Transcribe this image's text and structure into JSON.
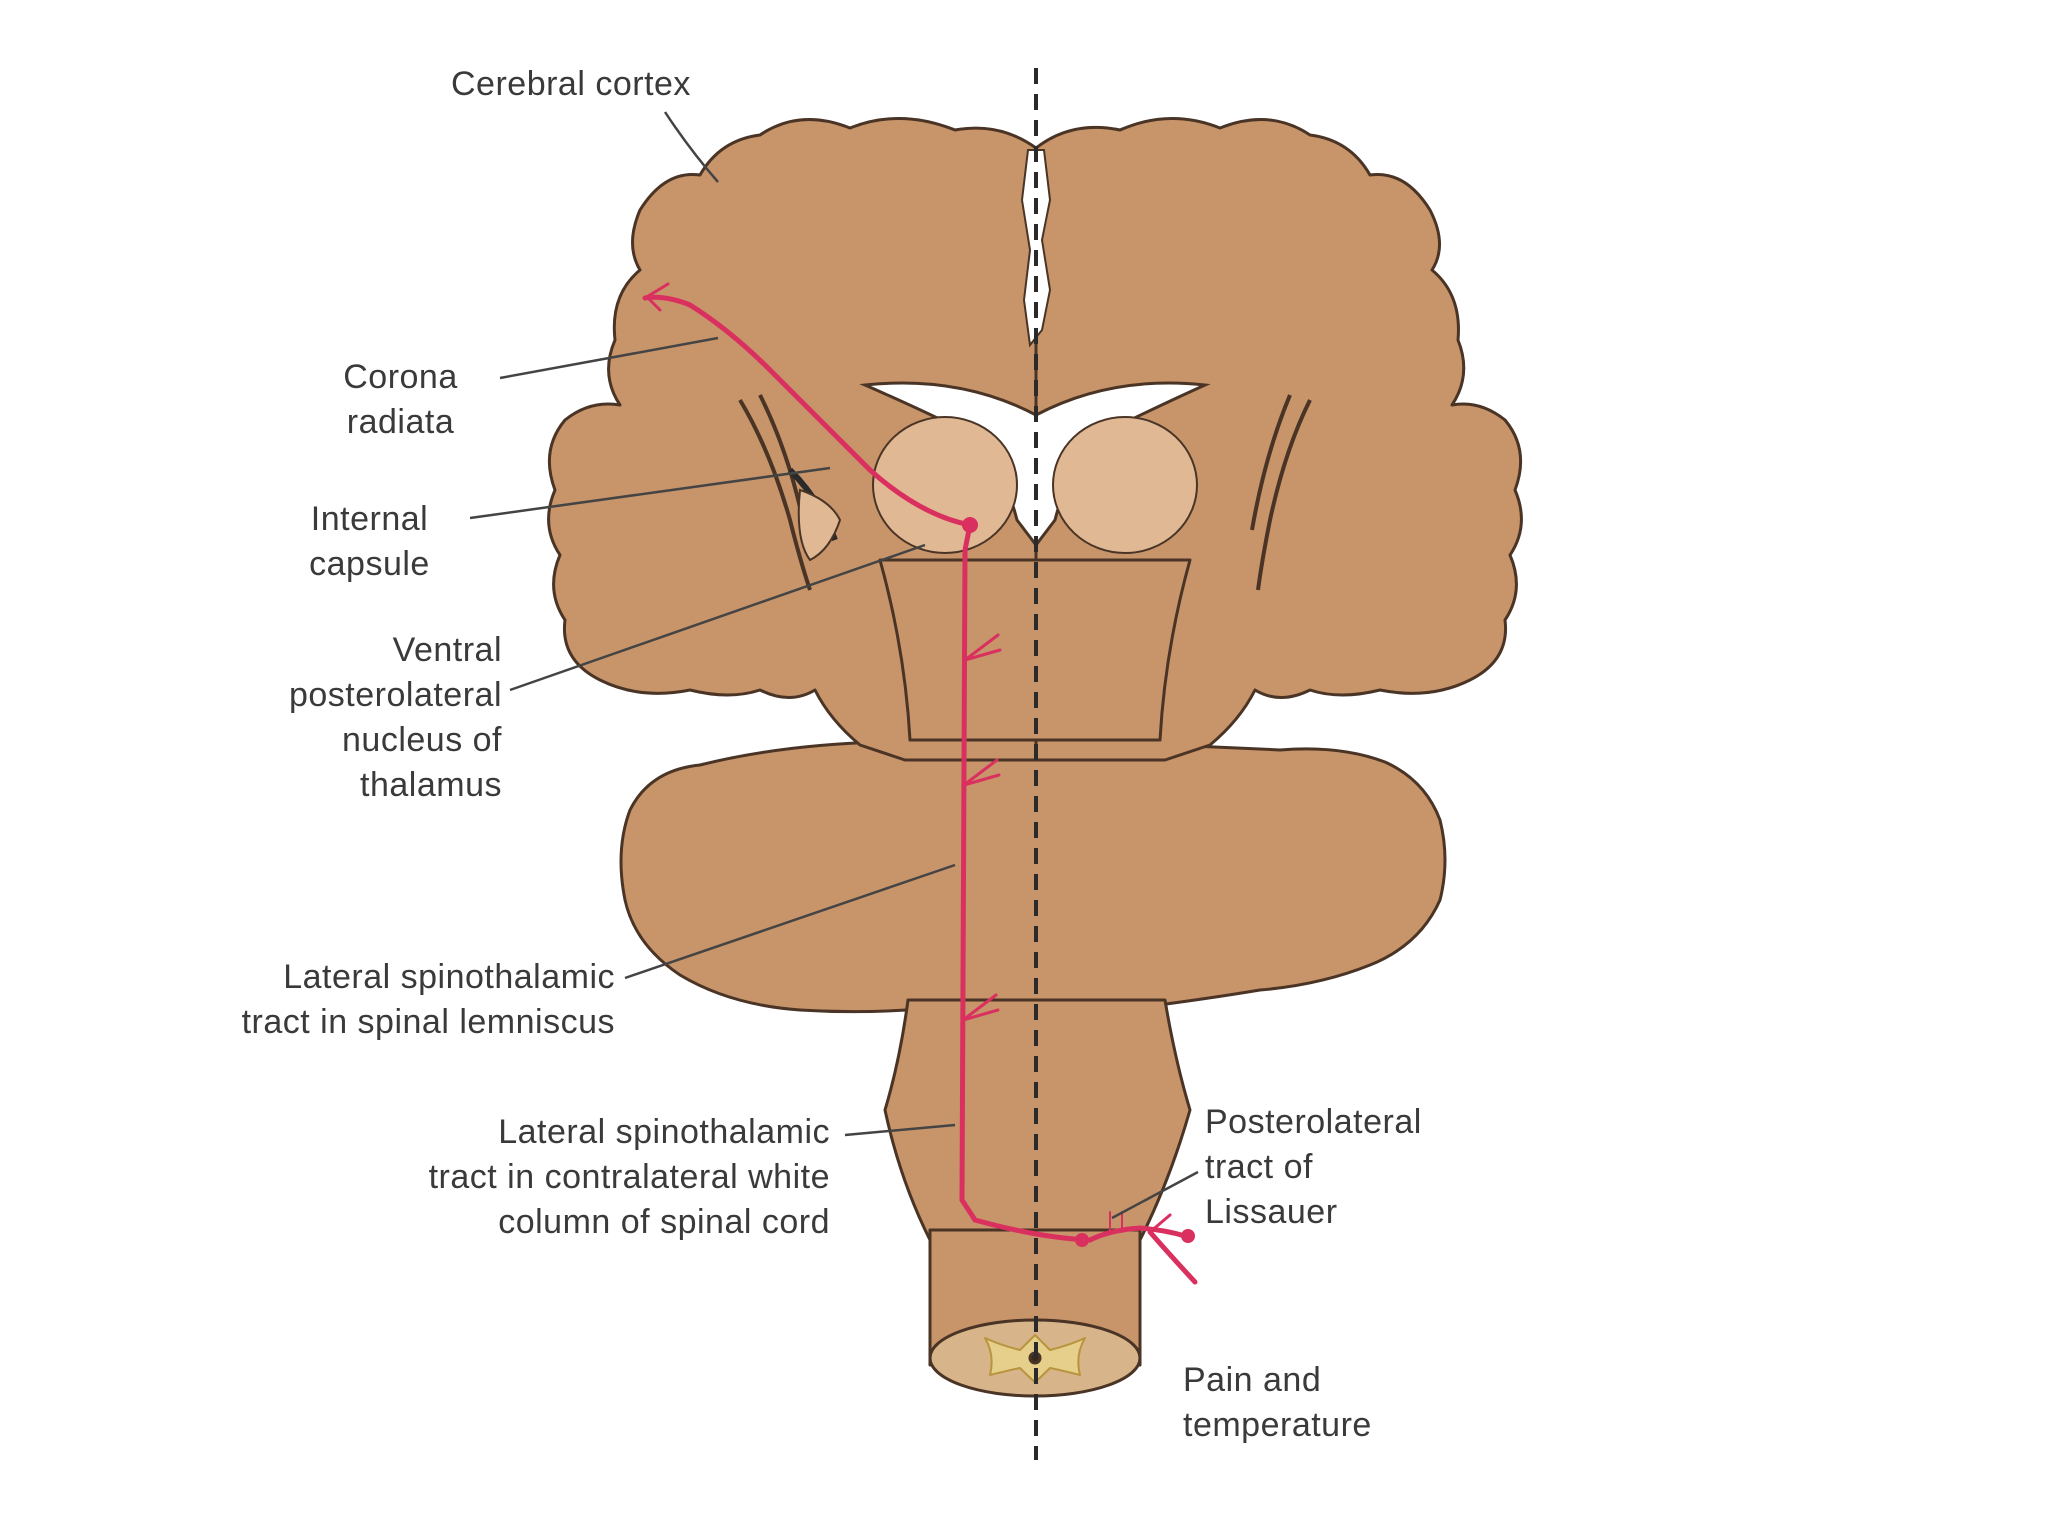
{
  "colors": {
    "tissue": "#c8946a",
    "tissue_outline": "#4a3425",
    "thalamus": "#e0b994",
    "pathway": "#d9305f",
    "pathway_light": "#f3a9bf",
    "spinal_gray": "#e6cf8a",
    "midline": "#2a2a2a",
    "label_text": "#3a3a3a",
    "leader_line": "#444444"
  },
  "labels": {
    "cerebral_cortex": "Cerebral cortex",
    "corona_radiata": [
      "Corona",
      "radiata"
    ],
    "internal_capsule": [
      "Internal",
      "capsule"
    ],
    "vpl_nucleus": [
      "Ventral",
      "posterolateral",
      "nucleus of",
      "thalamus"
    ],
    "lemniscus_tract": [
      "Lateral spinothalamic",
      "tract in spinal lemniscus"
    ],
    "cord_tract": [
      "Lateral spinothalamic",
      "tract in contralateral white",
      "column of spinal cord"
    ],
    "lissauer_tract": [
      "Posterolateral",
      "tract of",
      "Lissauer"
    ],
    "modality": [
      "Pain and",
      "temperature"
    ]
  }
}
